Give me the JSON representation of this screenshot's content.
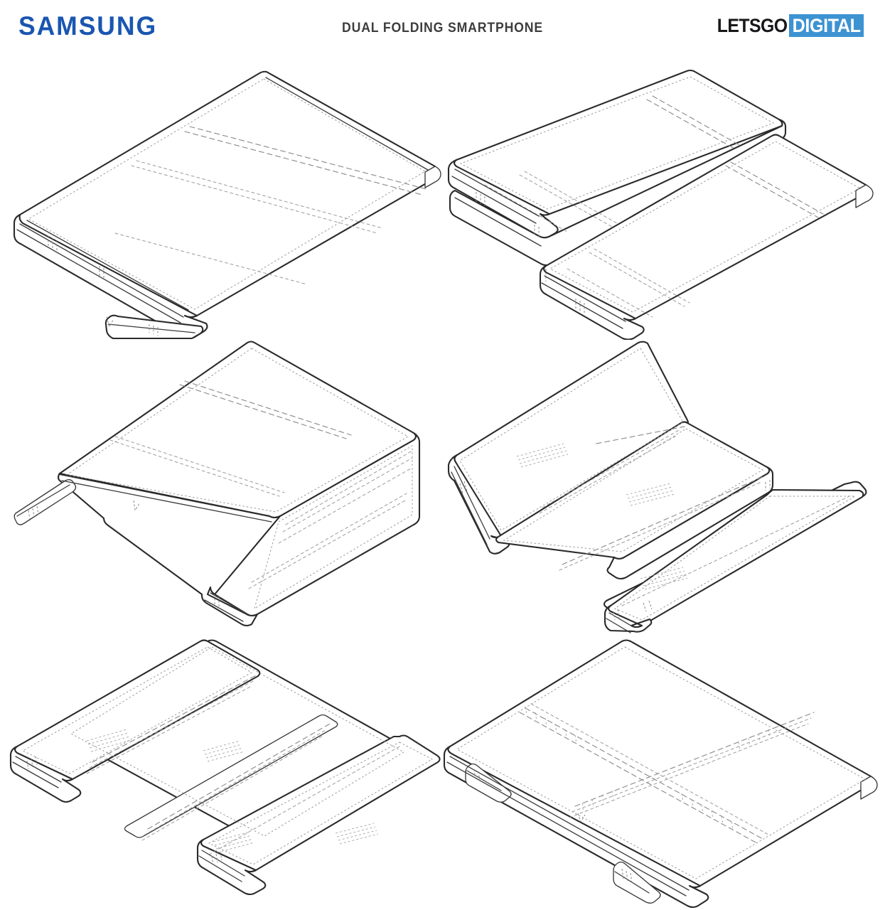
{
  "header": {
    "brand_logo": "SAMSUNG",
    "brand_color": "#1a56b0",
    "title": "DUAL FOLDING SMARTPHONE",
    "title_color": "#3d3d3d",
    "publisher_black_text": "LETSGO",
    "publisher_badge_text": "DIGITAL",
    "publisher_badge_color": "#3d93d2",
    "publisher_badge_text_color": "#ffffff"
  },
  "sheet": {
    "background_color": "#ffffff",
    "line_color": "#2a2a2a",
    "hidden_line_color": "#8d8d8d",
    "drawing_style": "patent-line-drawing",
    "figure_count": 6,
    "grid_rows": 3,
    "grid_columns": 2
  },
  "figures": [
    {
      "id": "fig-1",
      "position": "top-left",
      "state_label": "fully folded closed",
      "description": "Device folded flat into a compact closed stack, rounded hinge spine on the lower-left edge, two stacked panel layers visible."
    },
    {
      "id": "fig-2",
      "position": "top-right",
      "state_label": "partially unfolded S-fold",
      "description": "Device opened into an S / zig-zag shape showing two rolled hinge spines and three panels."
    },
    {
      "id": "fig-3",
      "position": "middle-left",
      "state_label": "tent / inverted-V fold",
      "description": "Device propped in an inverted-V tent position with the fold ridge at the top and a thin edge extending at left."
    },
    {
      "id": "fig-4",
      "position": "middle-right",
      "state_label": "laptop / partially open",
      "description": "Device in a laptop-like posture: rear panel raised vertically, centre panel flat, front panel folded down at the far edge."
    },
    {
      "id": "fig-5",
      "position": "bottom-left",
      "state_label": "nearly flat with raised end panels",
      "description": "Large flat panel with the two outer panels folded back slightly so their thickness is visible as raised bars."
    },
    {
      "id": "fig-6",
      "position": "bottom-right",
      "state_label": "fully unfolded tablet",
      "description": "Device completely flat as a single large tablet-sized slab, two fold creases shown as dashed hidden lines."
    }
  ]
}
